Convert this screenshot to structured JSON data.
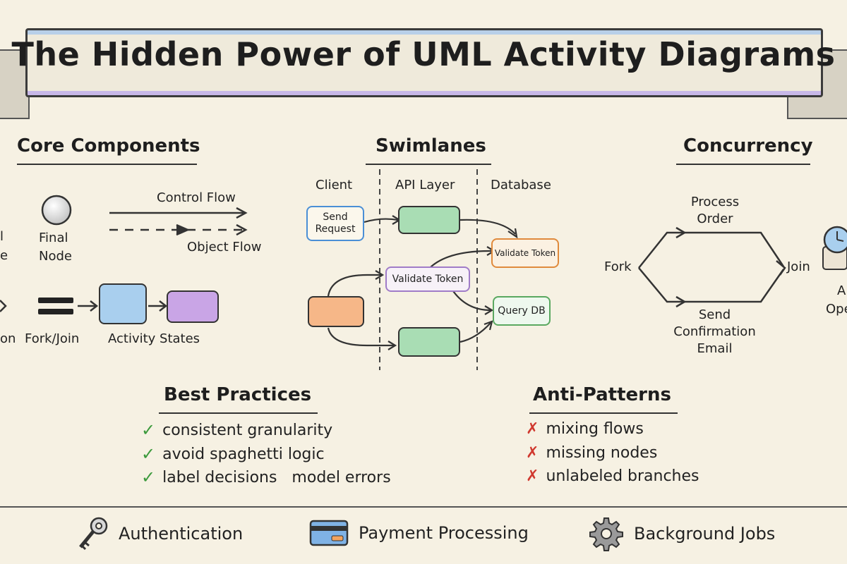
{
  "title": "The Hidden Power of UML Activity Diagrams",
  "core_components": {
    "heading": "Core Components",
    "left_partial_1": "l",
    "left_partial_2": "e",
    "final_node": "Final\nNode",
    "control_flow": "Control Flow",
    "object_flow": "Object Flow",
    "left_partial_3": "on",
    "fork_join": "Fork/Join",
    "activity_states": "Activity States"
  },
  "swimlanes": {
    "heading": "Swimlanes",
    "lanes": [
      "Client",
      "API Layer",
      "Database"
    ],
    "send_request": "Send\nRequest",
    "validate_token_api": "Validate Token",
    "validate_token_db": "Validate Token",
    "query_db": "Query DB"
  },
  "concurrency": {
    "heading": "Concurrency",
    "process_order": "Process\nOrder",
    "fork": "Fork",
    "join": "Join",
    "send_email": "Send\nConfirmation\nEmail",
    "partial_a": "A",
    "partial_ope": "Ope"
  },
  "best_practices": {
    "heading": "Best Practices",
    "items": [
      "consistent granularity",
      "avoid spaghetti logic",
      "label decisions   model errors"
    ]
  },
  "anti_patterns": {
    "heading": "Anti-Patterns",
    "items": [
      "mixing flows",
      "missing nodes",
      "unlabeled branches"
    ]
  },
  "footer": {
    "items": [
      {
        "label": "Authentication",
        "icon": "key-icon"
      },
      {
        "label": "Payment Processing",
        "icon": "credit-card-icon"
      },
      {
        "label": "Background Jobs",
        "icon": "gear-icon"
      }
    ]
  },
  "colors": {
    "background": "#f6f1e3",
    "blue": "#a9cfee",
    "purple": "#c9a5e6",
    "green": "#a9ddb4",
    "orange": "#f6b788",
    "check": "#3c9a3c",
    "cross": "#d0392f"
  }
}
